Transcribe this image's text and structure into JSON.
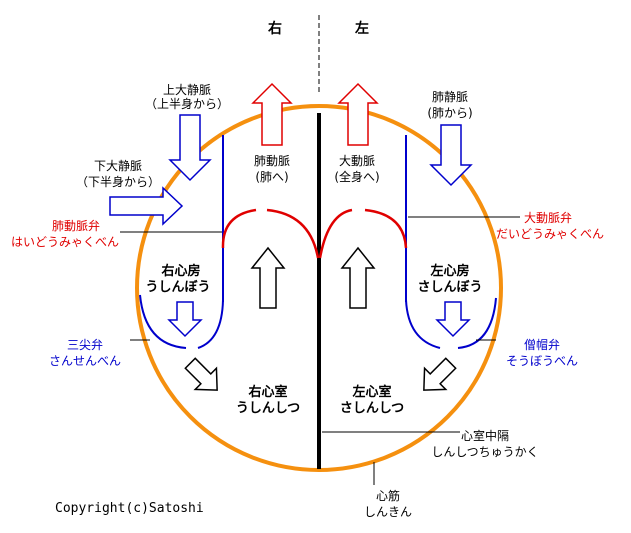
{
  "sides": {
    "right": "右",
    "left": "左"
  },
  "labels": {
    "svc_upper_1": "上大静脈",
    "svc_upper_2": "（上半身から）",
    "ivc_lower_1": "下大静脈",
    "ivc_lower_2": "（下半身から）",
    "pulm_vein_1": "肺静脈",
    "pulm_vein_2": "(肺から)",
    "pulm_artery_1": "肺動脈",
    "pulm_artery_2": "(肺へ)",
    "aorta_1": "大動脈",
    "aorta_2": "(全身へ)",
    "pulm_valve_1": "肺動脈弁",
    "pulm_valve_2": "はいどうみゃくべん",
    "aortic_valve_1": "大動脈弁",
    "aortic_valve_2": "だいどうみゃくべん",
    "ra_1": "右心房",
    "ra_2": "うしんぼう",
    "la_1": "左心房",
    "la_2": "さしんぼう",
    "tricuspid_1": "三尖弁",
    "tricuspid_2": "さんせんべん",
    "mitral_1": "僧帽弁",
    "mitral_2": "そうぼうべん",
    "rv_1": "右心室",
    "rv_2": "うしんしつ",
    "lv_1": "左心室",
    "lv_2": "さしんしつ",
    "septum_1": "心室中隔",
    "septum_2": "しんしつちゅうかく",
    "muscle_1": "心筋",
    "muscle_2": "しんきん",
    "copyright": "Copyright(c)Satoshi"
  },
  "colors": {
    "heart_wall": "#f5900f",
    "valve": "#e00000",
    "wall_blue": "#0000cc",
    "red_text": "#e00000",
    "blue_text": "#0000cc"
  }
}
